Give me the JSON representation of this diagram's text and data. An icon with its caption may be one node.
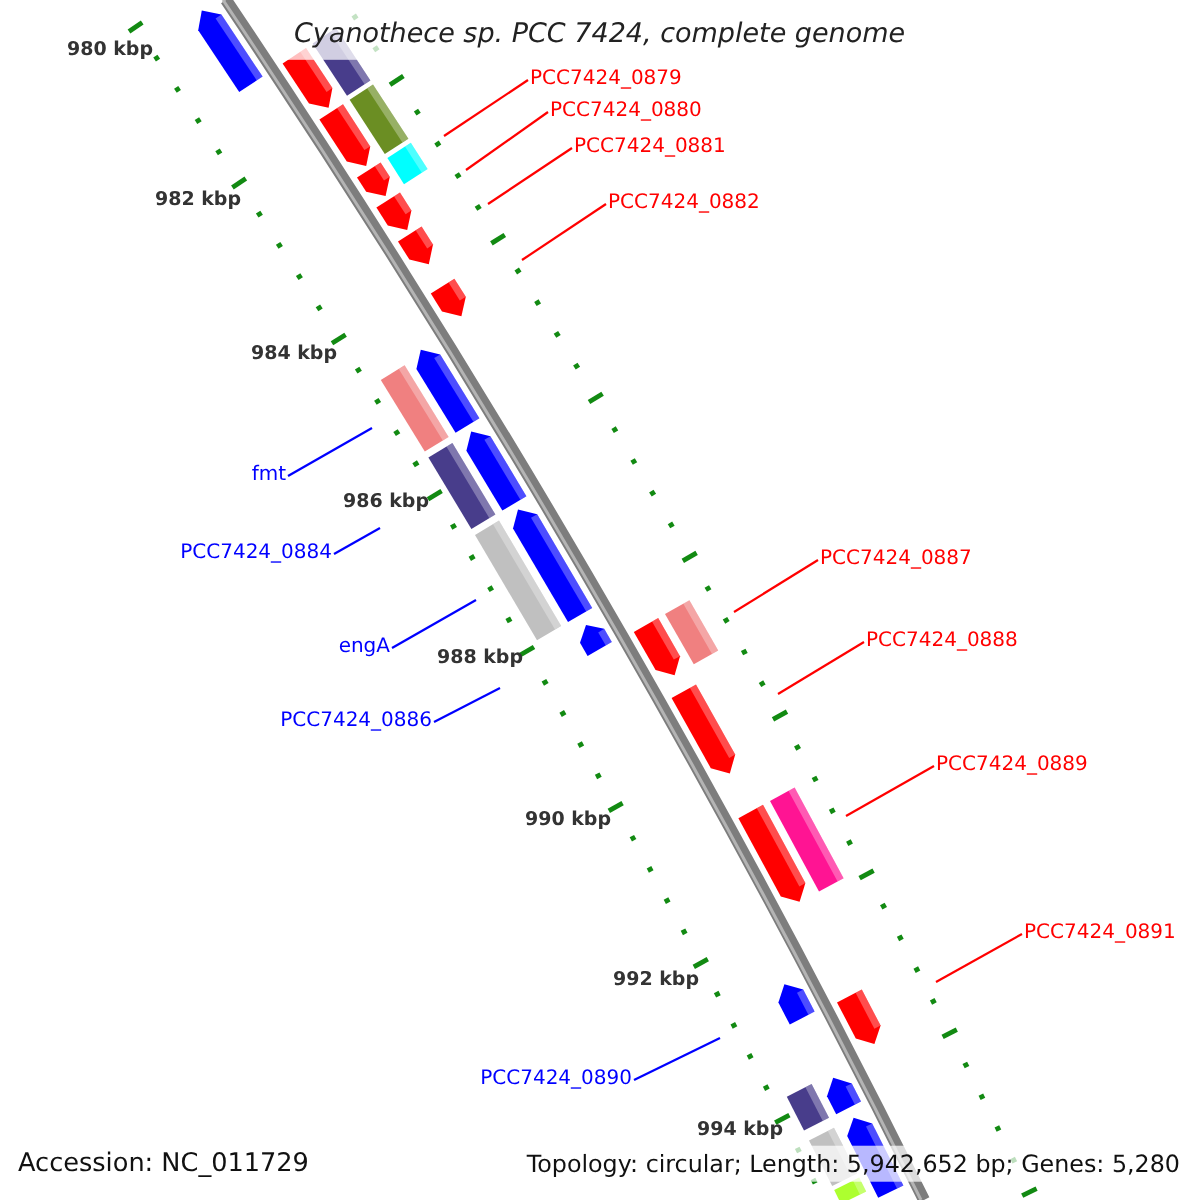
{
  "diagram": {
    "title": "Cyanothece sp. PCC 7424, complete genome",
    "nodes": [
      {
        "text": [
          "PCC7424_0879"
        ]
      },
      {
        "text": [
          "PCC7424_0880"
        ]
      },
      {
        "text": [
          "PCC7424_0881"
        ]
      },
      {
        "text": [
          "PCC7424_0882"
        ]
      },
      {
        "text": [
          "fmt"
        ]
      },
      {
        "text": [
          "PCC7424_0884"
        ]
      },
      {
        "text": [
          "PCC7424_0887"
        ]
      },
      {
        "text": [
          "PCC7424_0888"
        ]
      },
      {
        "text": [
          "engA"
        ]
      },
      {
        "text": [
          "PCC7424_0886"
        ]
      },
      {
        "text": [
          "PCC7424_0889"
        ]
      },
      {
        "text": [
          "PCC7424_0891"
        ]
      },
      {
        "text": [
          "PCC7424_0890"
        ]
      }
    ],
    "edges": [
      {
        "from": 0,
        "to": null,
        "arrow": "none"
      },
      {
        "from": 1,
        "to": null,
        "arrow": "none"
      },
      {
        "from": 2,
        "to": null,
        "arrow": "none"
      },
      {
        "from": 3,
        "to": null,
        "arrow": "none"
      },
      {
        "from": 4,
        "to": null,
        "arrow": "none",
        "color": "#0000ff"
      },
      {
        "from": 5,
        "to": null,
        "arrow": "none",
        "color": "#0000ff"
      },
      {
        "from": 6,
        "to": null,
        "arrow": "none"
      },
      {
        "from": 7,
        "to": null,
        "arrow": "none"
      },
      {
        "from": 8,
        "to": null,
        "arrow": "none",
        "color": "#0000ff"
      },
      {
        "from": 9,
        "to": null,
        "arrow": "none",
        "color": "#0000ff"
      },
      {
        "from": 10,
        "to": null,
        "arrow": "none"
      },
      {
        "from": 11,
        "to": null,
        "arrow": "none"
      },
      {
        "from": 12,
        "to": null,
        "arrow": "none",
        "color": "#0000ff"
      }
    ],
    "labels": [
      "980 kbp",
      "982 kbp",
      "984 kbp",
      "986 kbp",
      "988 kbp",
      "990 kbp",
      "992 kbp",
      "994 kbp",
      "Accession: NC_011729",
      "Topology: circular; Length: 5,942,652 bp; Genes: 5,280"
    ]
  }
}
